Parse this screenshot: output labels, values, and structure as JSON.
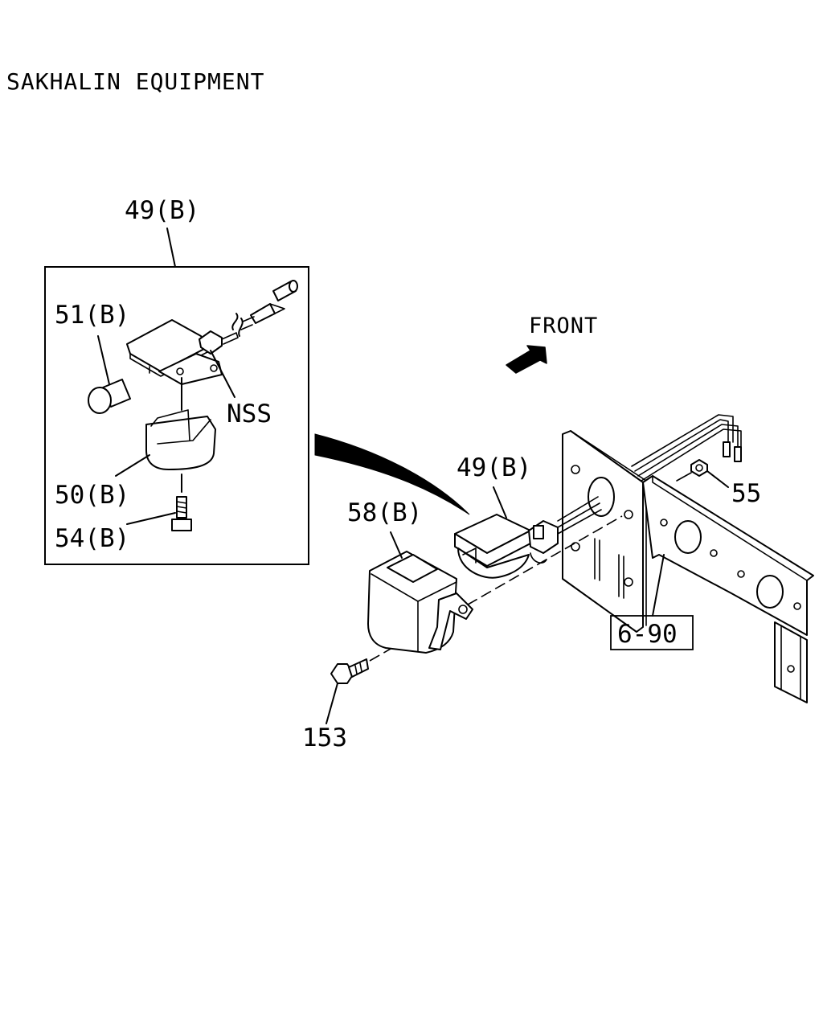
{
  "title": "SAKHALIN EQUIPMENT",
  "direction_label": "FRONT",
  "callouts": {
    "inset_main": "49(B)",
    "bulb": "51(B)",
    "nss": "NSS",
    "lens": "50(B)",
    "screw": "54(B)",
    "lamp_assembly": "49(B)",
    "cover": "58(B)",
    "bolt": "153",
    "nut": "55",
    "bracket_ref": "6-90"
  }
}
